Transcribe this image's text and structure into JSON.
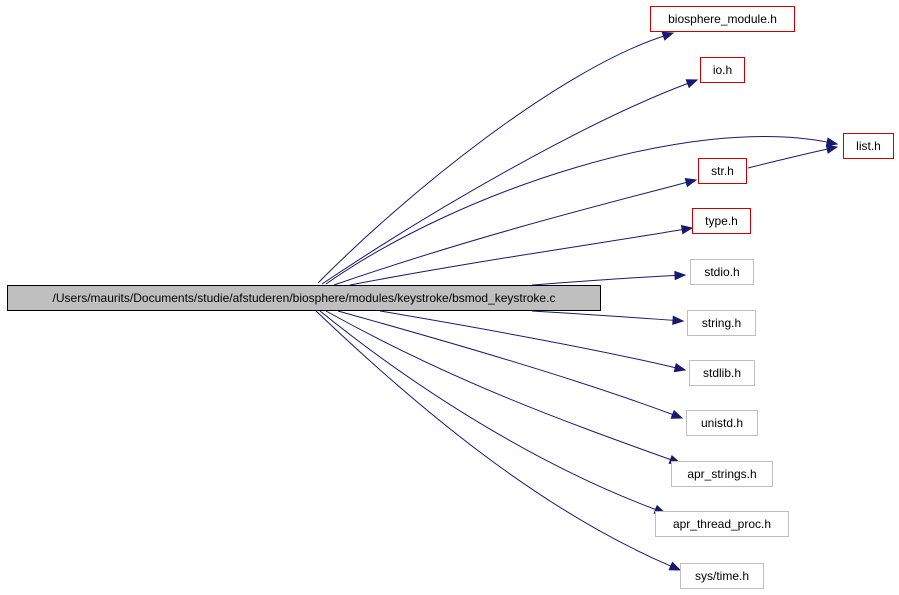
{
  "diagram": {
    "root": {
      "id": "root",
      "label": "/Users/maurits/Documents/studie/afstuderen/biosphere/modules/keystroke/bsmod_keystroke.c"
    },
    "nodes": [
      {
        "id": "biosphere_module",
        "label": "biosphere_module.h",
        "kind": "documented"
      },
      {
        "id": "io",
        "label": "io.h",
        "kind": "documented"
      },
      {
        "id": "list",
        "label": "list.h",
        "kind": "documented"
      },
      {
        "id": "str",
        "label": "str.h",
        "kind": "documented"
      },
      {
        "id": "type",
        "label": "type.h",
        "kind": "documented"
      },
      {
        "id": "stdio",
        "label": "stdio.h",
        "kind": "external"
      },
      {
        "id": "string",
        "label": "string.h",
        "kind": "external"
      },
      {
        "id": "stdlib",
        "label": "stdlib.h",
        "kind": "external"
      },
      {
        "id": "unistd",
        "label": "unistd.h",
        "kind": "external"
      },
      {
        "id": "apr_strings",
        "label": "apr_strings.h",
        "kind": "external"
      },
      {
        "id": "apr_thread_proc",
        "label": "apr_thread_proc.h",
        "kind": "external"
      },
      {
        "id": "sys_time",
        "label": "sys/time.h",
        "kind": "external"
      }
    ],
    "edges": [
      {
        "from": "root",
        "to": "biosphere_module"
      },
      {
        "from": "root",
        "to": "io"
      },
      {
        "from": "root",
        "to": "list"
      },
      {
        "from": "root",
        "to": "str"
      },
      {
        "from": "root",
        "to": "type"
      },
      {
        "from": "root",
        "to": "stdio"
      },
      {
        "from": "root",
        "to": "string"
      },
      {
        "from": "root",
        "to": "stdlib"
      },
      {
        "from": "root",
        "to": "unistd"
      },
      {
        "from": "root",
        "to": "apr_strings"
      },
      {
        "from": "root",
        "to": "apr_thread_proc"
      },
      {
        "from": "root",
        "to": "sys_time"
      },
      {
        "from": "str",
        "to": "list"
      }
    ],
    "colors": {
      "edge": "#191970",
      "documented_border": "#cc0000",
      "external_border": "#bfbfbf",
      "root_fill": "#bfbfbf",
      "root_border": "#000000"
    }
  }
}
